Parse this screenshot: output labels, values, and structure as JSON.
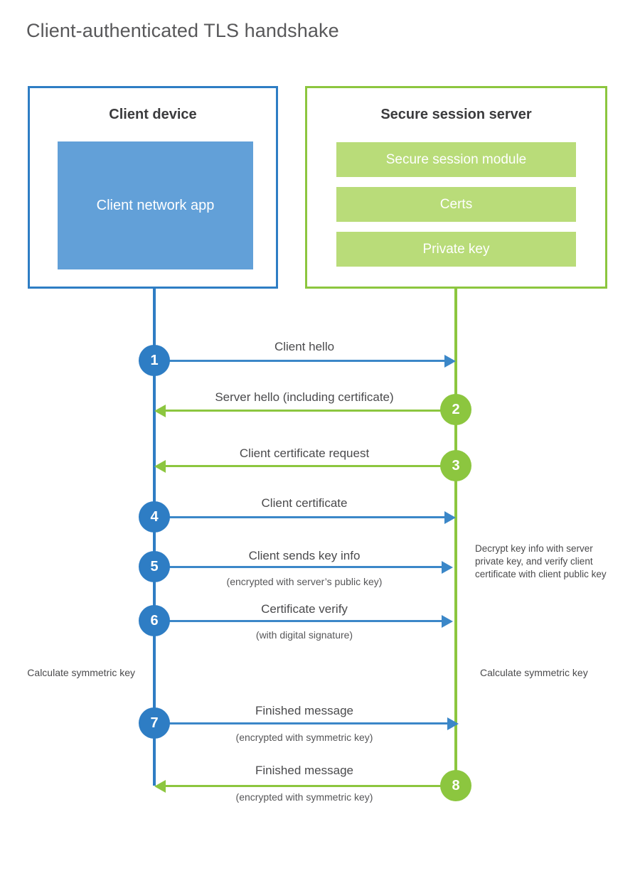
{
  "title": "Client-authenticated TLS handshake",
  "colors": {
    "client_accent": "#2e7dc4",
    "client_fill": "#62a0d8",
    "server_accent": "#8cc63f",
    "server_fill": "#b9dc79",
    "message_blue": "#3b87c8",
    "text": "#4a4a4c",
    "title_text": "#58585a"
  },
  "parties": {
    "client": {
      "title": "Client device",
      "app_label": "Client network app"
    },
    "server": {
      "title": "Secure session server",
      "modules": [
        {
          "label": "Secure session module"
        },
        {
          "label": "Certs"
        },
        {
          "label": "Private key"
        }
      ]
    }
  },
  "messages": [
    {
      "step": "1",
      "label": "Client hello",
      "sublabel": "",
      "direction": "client-to-server",
      "origin": "client"
    },
    {
      "step": "2",
      "label": "Server hello (including certificate)",
      "sublabel": "",
      "direction": "server-to-client",
      "origin": "server"
    },
    {
      "step": "3",
      "label": "Client certificate request",
      "sublabel": "",
      "direction": "server-to-client",
      "origin": "server"
    },
    {
      "step": "4",
      "label": "Client certificate",
      "sublabel": "",
      "direction": "client-to-server",
      "origin": "client"
    },
    {
      "step": "5",
      "label": "Client sends key info",
      "sublabel": "(encrypted with server’s public key)",
      "direction": "client-to-server",
      "origin": "client"
    },
    {
      "step": "6",
      "label": "Certificate verify",
      "sublabel": "(with digital signature)",
      "direction": "client-to-server",
      "origin": "client"
    },
    {
      "step": "7",
      "label": "Finished message",
      "sublabel": "(encrypted with symmetric key)",
      "direction": "client-to-server",
      "origin": "client"
    },
    {
      "step": "8",
      "label": "Finished message",
      "sublabel": "(encrypted with symmetric key)",
      "direction": "server-to-client",
      "origin": "server"
    }
  ],
  "notes": {
    "server_decrypt": "Decrypt key info with server private key, and verify client certificate with client public key",
    "client_calculate": "Calculate symmetric key",
    "server_calculate": "Calculate symmetric key"
  }
}
